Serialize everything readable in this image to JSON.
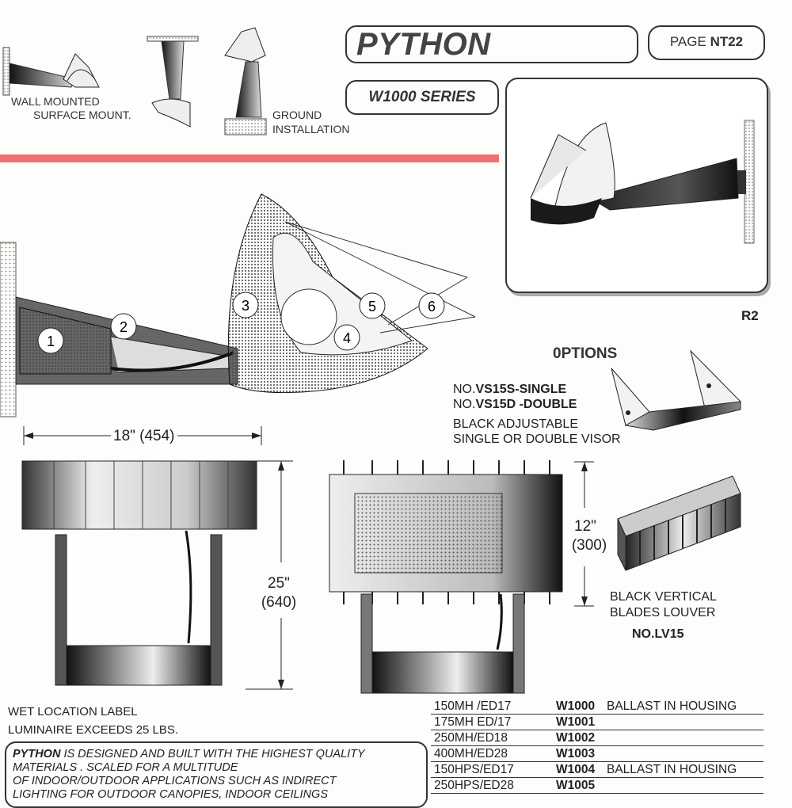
{
  "header": {
    "title": "PYTHON",
    "page_label": "PAGE",
    "page_number": "NT22",
    "series": "W1000 SERIES"
  },
  "mounting": {
    "wall": "WALL MOUNTED",
    "surface": "SURFACE MOUNT.",
    "ground_line1": "GROUND",
    "ground_line2": "INSTALLATION"
  },
  "callouts": [
    "1",
    "2",
    "3",
    "4",
    "5",
    "6"
  ],
  "photo_label": "R2",
  "options": {
    "title": "0PTIONS",
    "visor_single_prefix": "NO.",
    "visor_single_code": "VS15S-SINGLE",
    "visor_double_prefix": "NO.",
    "visor_double_code": "VS15D -DOUBLE",
    "visor_desc_line1": "BLACK ADJUSTABLE",
    "visor_desc_line2": "SINGLE OR DOUBLE VISOR",
    "louver_line1": "BLACK VERTICAL",
    "louver_line2": "BLADES LOUVER",
    "louver_code": "NO.LV15"
  },
  "dimensions": {
    "width": "18\" (454)",
    "height_in": "25\"",
    "height_mm": "(640)",
    "depth_in": "12\"",
    "depth_mm": "(300)"
  },
  "notes": {
    "wet_location": "WET LOCATION LABEL",
    "weight": "LUMINAIRE EXCEEDS 25 LBS."
  },
  "description": {
    "brand": "PYTHON",
    "line1": " IS DESIGNED AND BUILT WITH THE HIGHEST QUALITY",
    "line2": "MATERIALS .  SCALED  FOR A MULTITUDE",
    "line3": "OF INDOOR/OUTDOOR APPLICATIONS SUCH AS  INDIRECT",
    "line4": "LIGHTING FOR OUTDOOR CANOPIES, INDOOR CEILINGS"
  },
  "specs": [
    {
      "lamp": "150MH /ED17",
      "model": "W1000",
      "note": "BALLAST IN HOUSING"
    },
    {
      "lamp": "175MH ED/17",
      "model": "W1001",
      "note": ""
    },
    {
      "lamp": "250MH/ED18",
      "model": "W1002",
      "note": ""
    },
    {
      "lamp": "400MH/ED28",
      "model": "W1003",
      "note": ""
    },
    {
      "lamp": "150HPS/ED17",
      "model": "W1004",
      "note": "BALLAST IN HOUSING"
    },
    {
      "lamp": "250HPS/ED28",
      "model": "W1005",
      "note": ""
    }
  ]
}
